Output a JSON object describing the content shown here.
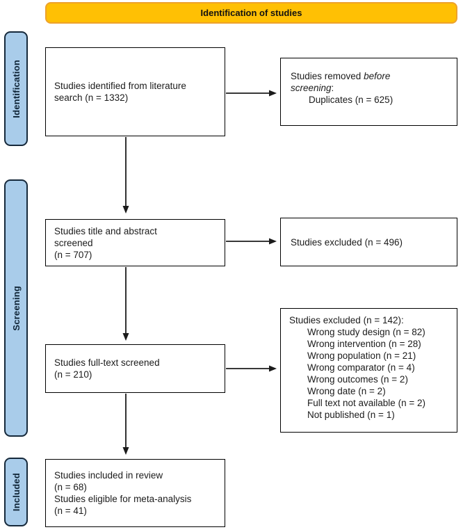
{
  "banner": {
    "label": "Identification of studies"
  },
  "sidebar": {
    "identification": "Identification",
    "screening": "Screening",
    "included": "Included"
  },
  "colors": {
    "banner_bg": "#FFC004",
    "banner_border": "#EDA22C",
    "stage_bg": "#A9CCEA",
    "stage_border": "#16293B",
    "box_border": "#000000",
    "arrow": "#1b1b1b"
  },
  "boxes": {
    "identified": {
      "line1": "Studies identified from literature",
      "line2": "search (n = 1332)"
    },
    "removed_before_screening": {
      "l1_normal": "Studies removed ",
      "l1_italic": "before",
      "l2_italic": "screening",
      "l2_normal": ":",
      "item": "Duplicates (n = 625)"
    },
    "title_abstract": {
      "line1": "Studies title and abstract",
      "line2": "screened",
      "line3": "(n = 707)"
    },
    "excluded_title_abstract": {
      "line1": "Studies excluded (n = 496)"
    },
    "full_text": {
      "line1": "Studies full-text screened",
      "line2": "(n = 210)"
    },
    "excluded_full_text": {
      "title": "Studies excluded (n = 142):",
      "reasons": [
        "Wrong study design (n = 82)",
        "Wrong intervention (n = 28)",
        "Wrong population (n = 21)",
        "Wrong comparator (n = 4)",
        "Wrong outcomes (n = 2)",
        "Wrong date (n = 2)",
        "Full text not available (n = 2)",
        "Not published (n = 1)"
      ]
    },
    "included": {
      "line1": "Studies included in review",
      "line2": "(n = 68)",
      "line3": "Studies eligible for meta-analysis",
      "line4": "(n = 41)"
    }
  }
}
